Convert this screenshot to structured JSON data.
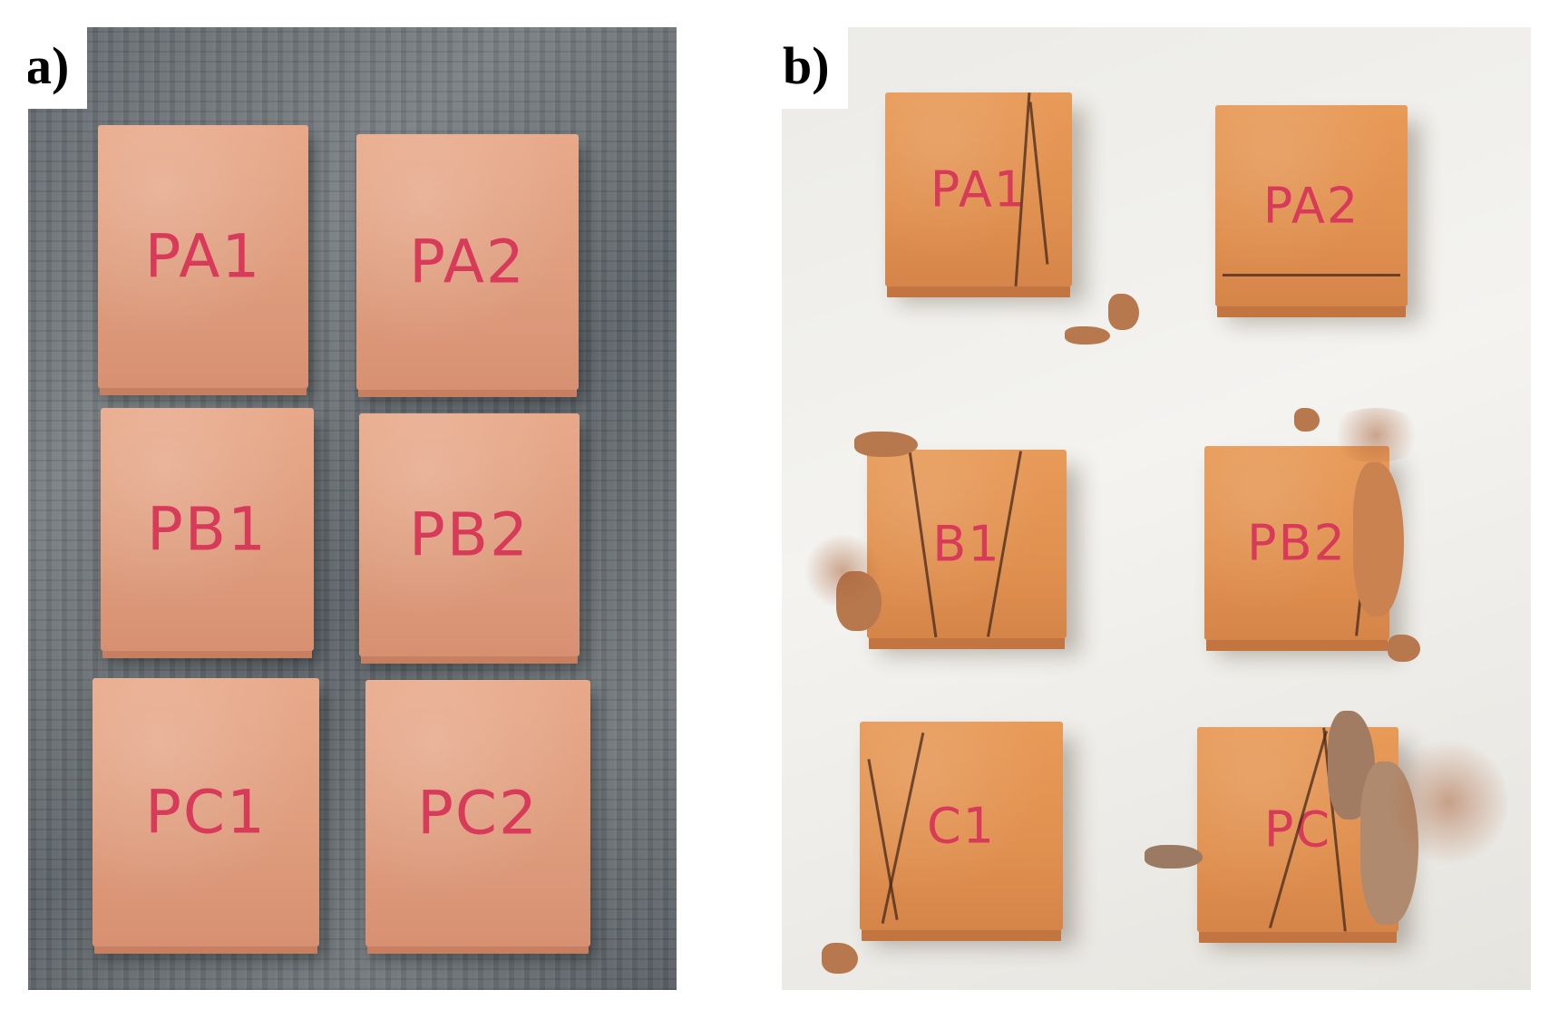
{
  "panels": [
    {
      "label": "a)",
      "specimens": [
        "PA1",
        "PA2",
        "PB1",
        "PB2",
        "PC1",
        "PC2"
      ]
    },
    {
      "label": "b)",
      "specimens": [
        "PA1",
        "PA2",
        "B1",
        "PB2",
        "C1",
        "PC"
      ]
    }
  ],
  "colors": {
    "brick": "#e0a080",
    "marker_red": "#d83a5a",
    "background_a": "#62696e",
    "background_b": "#eeece8"
  }
}
